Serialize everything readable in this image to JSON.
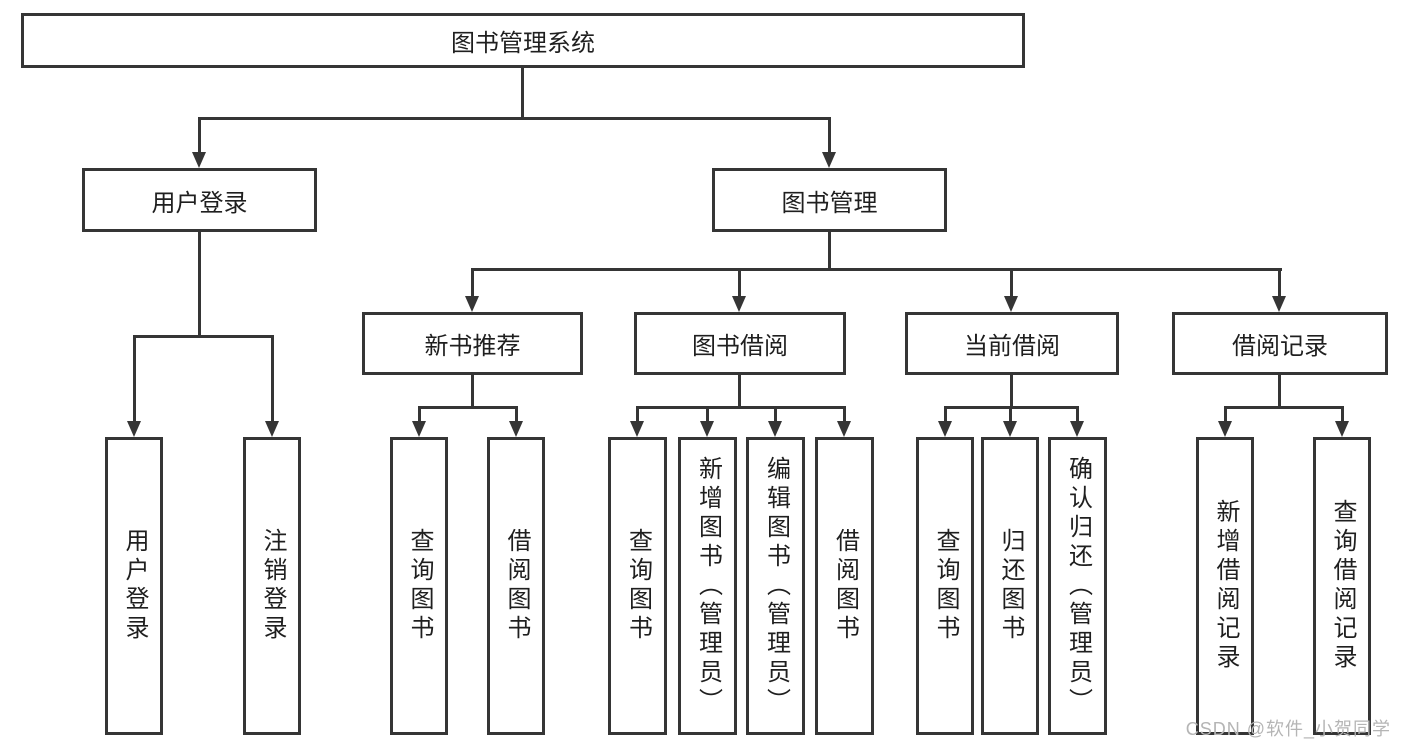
{
  "diagram_title": "图书管理系统",
  "root": {
    "label": "图书管理系统"
  },
  "level1": [
    {
      "label": "用户登录"
    },
    {
      "label": "图书管理"
    }
  ],
  "level2": [
    {
      "label": "新书推荐"
    },
    {
      "label": "图书借阅"
    },
    {
      "label": "当前借阅"
    },
    {
      "label": "借阅记录"
    }
  ],
  "leaves": {
    "user_login": [
      {
        "label": "用户登录"
      },
      {
        "label": "注销登录"
      }
    ],
    "new_book": [
      {
        "label": "查询图书"
      },
      {
        "label": "借阅图书"
      }
    ],
    "book_borrow": [
      {
        "label": "查询图书"
      },
      {
        "label": "新增图书（管理员）"
      },
      {
        "label": "编辑图书（管理员）"
      },
      {
        "label": "借阅图书"
      }
    ],
    "current_borrow": [
      {
        "label": "查询图书"
      },
      {
        "label": "归还图书"
      },
      {
        "label": "确认归还（管理员）"
      }
    ],
    "borrow_record": [
      {
        "label": "新增借阅记录"
      },
      {
        "label": "查询借阅记录"
      }
    ]
  },
  "watermark": "CSDN @软件_小贺同学",
  "colors": {
    "line": "#353535",
    "text": "#1f1f1f",
    "watermark": "#b5b5b5",
    "background": "#ffffff"
  }
}
